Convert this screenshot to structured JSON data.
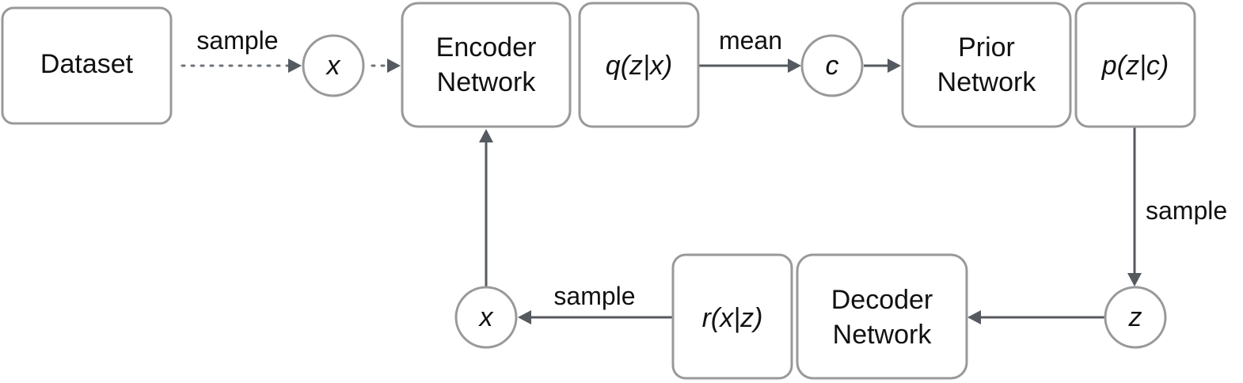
{
  "diagram": {
    "boxes": {
      "dataset": "Dataset",
      "encoder_line1": "Encoder",
      "encoder_line2": "Network",
      "q_dist": "q(z|x)",
      "prior_line1": "Prior",
      "prior_line2": "Network",
      "p_dist": "p(z|c)",
      "r_dist": "r(x|z)",
      "decoder_line1": "Decoder",
      "decoder_line2": "Network"
    },
    "nodes": {
      "x_top": "x",
      "c": "c",
      "z": "z",
      "x_bottom": "x"
    },
    "edge_labels": {
      "dataset_to_x": "sample",
      "q_to_c": "mean",
      "p_to_z": "sample",
      "r_to_x": "sample"
    },
    "colors": {
      "box_border": "#999999",
      "arrow": "#555a60",
      "text": "#111111"
    }
  }
}
